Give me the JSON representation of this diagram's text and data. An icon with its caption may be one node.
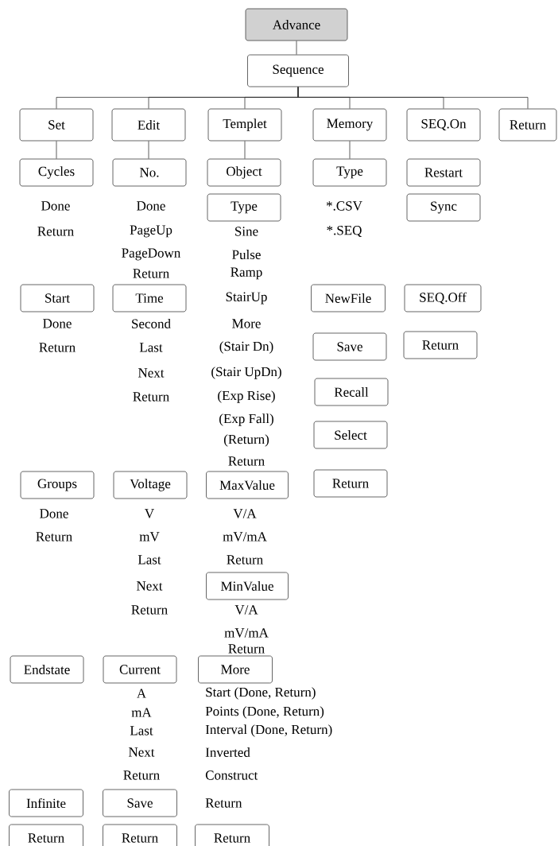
{
  "diagram": {
    "nodes": [
      {
        "text": [
          "Advance"
        ]
      },
      {
        "text": [
          "Sequence"
        ]
      },
      {
        "text": [
          "Set"
        ]
      },
      {
        "text": [
          "Edit"
        ]
      },
      {
        "text": [
          "Templet"
        ]
      },
      {
        "text": [
          "Memory"
        ]
      },
      {
        "text": [
          "SEQ.On"
        ]
      },
      {
        "text": [
          "Return"
        ]
      },
      {
        "text": [
          "Cycles"
        ],
        "beside": [
          "Done",
          "Return"
        ]
      },
      {
        "text": [
          "No."
        ],
        "beside": [
          "Done",
          "PageUp",
          "PageDown",
          "Return"
        ]
      },
      {
        "text": [
          "Object"
        ]
      },
      {
        "text": [
          "Type"
        ],
        "beside": [
          "*.CSV",
          "*.SEQ"
        ]
      },
      {
        "text": [
          "Restart"
        ]
      },
      {
        "text": [
          "Type"
        ],
        "beside": [
          "Sine",
          "Pulse",
          "Ramp",
          "StairUp",
          "More",
          "(Stair Dn)",
          "(Stair UpDn)",
          "(Exp Rise)",
          "(Exp Fall)",
          "(Return)",
          "Return"
        ]
      },
      {
        "text": [
          "Sync"
        ]
      },
      {
        "text": [
          "Start"
        ],
        "beside": [
          "Done",
          "Return"
        ]
      },
      {
        "text": [
          "Time"
        ],
        "beside": [
          "Second",
          "Last",
          "Next",
          "Return"
        ]
      },
      {
        "text": [
          "NewFile"
        ]
      },
      {
        "text": [
          "SEQ.Off"
        ]
      },
      {
        "text": [
          "Save"
        ]
      },
      {
        "text": [
          "Return"
        ]
      },
      {
        "text": [
          "Recall"
        ]
      },
      {
        "text": [
          "Select"
        ]
      },
      {
        "text": [
          "Groups"
        ],
        "beside": [
          "Done",
          "Return"
        ]
      },
      {
        "text": [
          "Voltage"
        ],
        "beside": [
          "V",
          "mV",
          "Last",
          "Next",
          "Return"
        ]
      },
      {
        "text": [
          "MaxValue"
        ],
        "beside": [
          "V/A",
          "mV/mA",
          "Return"
        ]
      },
      {
        "text": [
          "Return"
        ]
      },
      {
        "text": [
          "MinValue"
        ],
        "beside": [
          "V/A",
          "mV/mA",
          "Return"
        ]
      },
      {
        "text": [
          "Endstate"
        ]
      },
      {
        "text": [
          "Current"
        ],
        "beside": [
          "A",
          "mA",
          "Last",
          "Next",
          "Return"
        ]
      },
      {
        "text": [
          "More"
        ],
        "beside": [
          "Start (Done, Return)",
          "Points (Done, Return)",
          "Interval (Done, Return)",
          "Inverted",
          "Construct",
          "Return"
        ]
      },
      {
        "text": [
          "Infinite"
        ]
      },
      {
        "text": [
          "Save"
        ]
      },
      {
        "text": [
          "Return"
        ]
      },
      {
        "text": [
          "Return"
        ]
      },
      {
        "text": [
          "Return"
        ]
      }
    ],
    "edges": [
      {
        "from": 0,
        "to": 1,
        "arrow": "none"
      },
      {
        "from": 1,
        "to": 2,
        "arrow": "none"
      },
      {
        "from": 1,
        "to": 3,
        "arrow": "none"
      },
      {
        "from": 1,
        "to": 4,
        "arrow": "none"
      },
      {
        "from": 1,
        "to": 5,
        "arrow": "none"
      },
      {
        "from": 1,
        "to": 6,
        "arrow": "none"
      },
      {
        "from": 1,
        "to": 7,
        "arrow": "none"
      },
      {
        "from": 2,
        "to": 8,
        "arrow": "none"
      },
      {
        "from": 3,
        "to": 9,
        "arrow": "none"
      },
      {
        "from": 4,
        "to": 10,
        "arrow": "none"
      },
      {
        "from": 5,
        "to": 11,
        "arrow": "none"
      }
    ]
  }
}
